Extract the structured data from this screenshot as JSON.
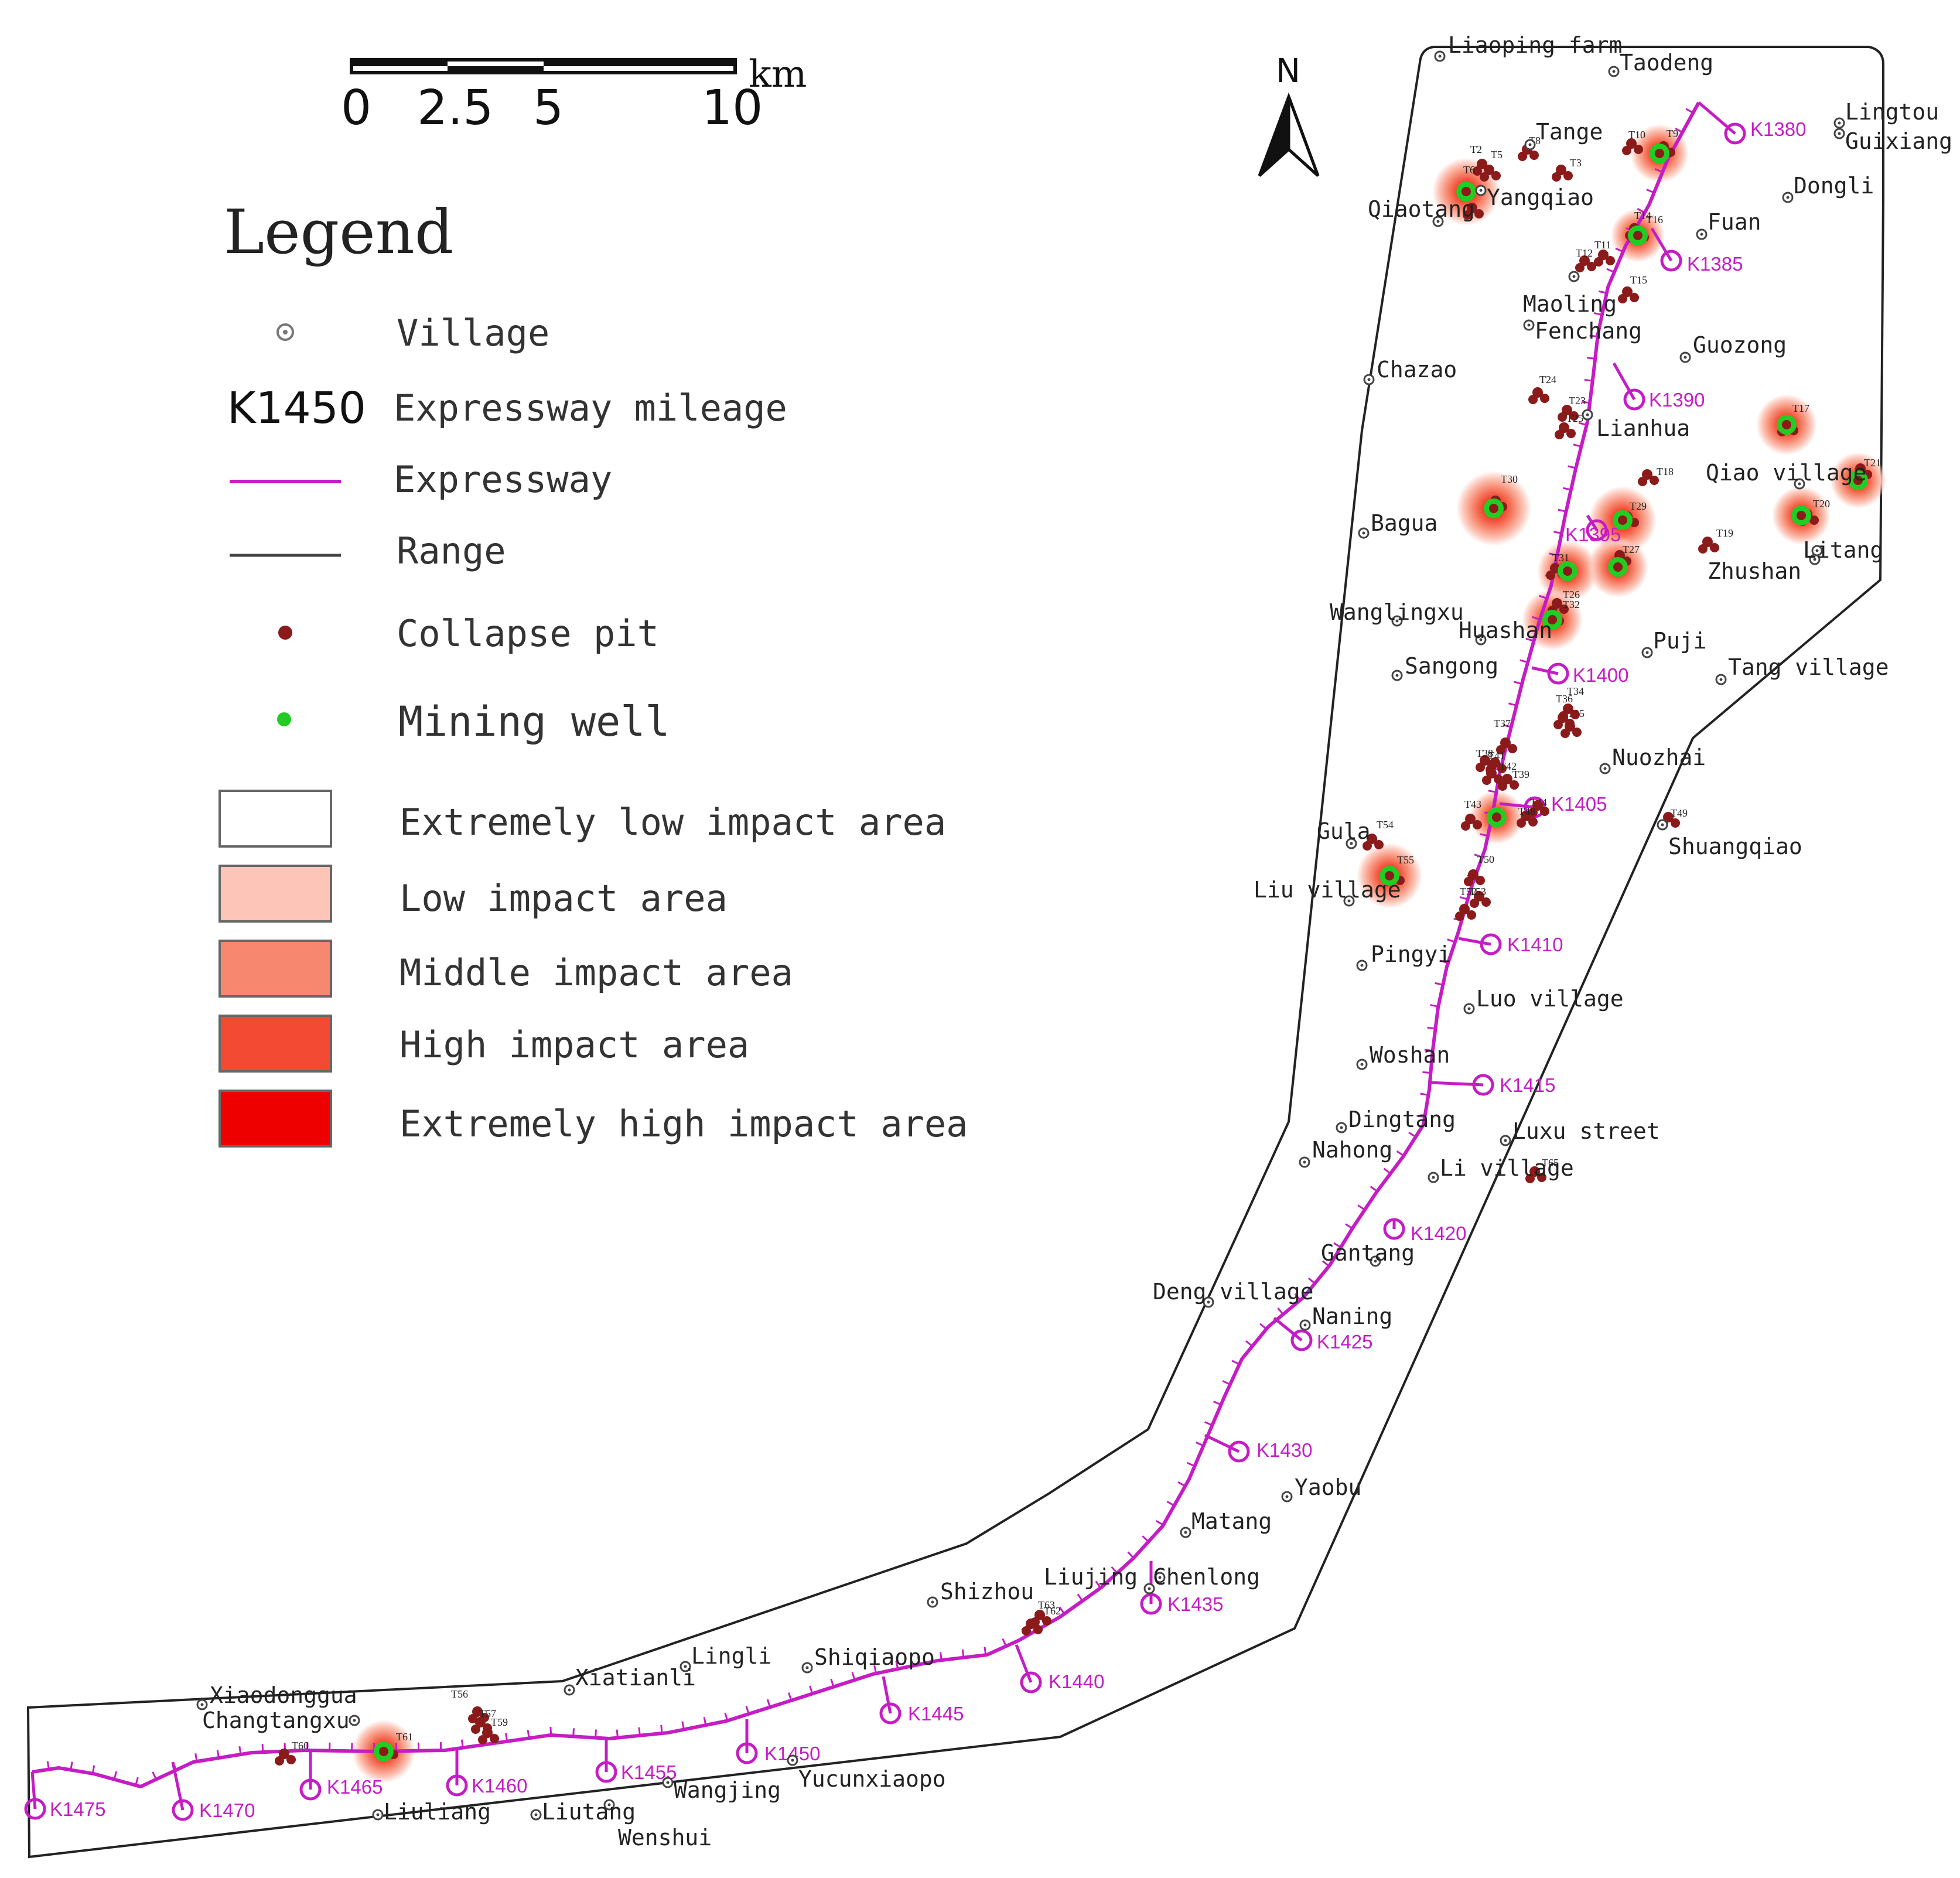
{
  "scale_bar": {
    "labels": [
      "0",
      "2.5",
      "5",
      "10"
    ],
    "values": [
      0,
      2.5,
      5,
      10
    ],
    "unit": "km"
  },
  "north_arrow": {
    "label": "N"
  },
  "legend": {
    "title": "Legend",
    "items": [
      {
        "label": "Village",
        "symbol": "village-icon"
      },
      {
        "label": "Expressway mileage",
        "symbol": "mileage-sample",
        "sample_text": "K1450"
      },
      {
        "label": "Expressway",
        "symbol": "expressway-line",
        "color": "#c51cc5"
      },
      {
        "label": "Range",
        "symbol": "range-line",
        "color": "#333333"
      },
      {
        "label": "Collapse pit",
        "symbol": "collapse-pit-icon",
        "color": "#8b1a1a"
      },
      {
        "label": "Mining well",
        "symbol": "mining-well-icon",
        "color": "#22cc22"
      }
    ],
    "impact_classes": [
      {
        "label": "Extremely low impact  area",
        "color": "#ffffff"
      },
      {
        "label": "Low impact area",
        "color": "#fcc5b8"
      },
      {
        "label": "Middle impact area",
        "color": "#f7876e"
      },
      {
        "label": "High impact area",
        "color": "#f24a33"
      },
      {
        "label": "Extremely high impact area",
        "color": "#ee0000"
      }
    ]
  },
  "colors": {
    "expressway": "#c51cc5",
    "range": "#222222",
    "pit": "#8b1a1a",
    "well": "#22cc22"
  },
  "villages": [
    {
      "name": "Liaoping farm"
    },
    {
      "name": "Taodeng"
    },
    {
      "name": "Lingtou"
    },
    {
      "name": "Guixiang"
    },
    {
      "name": "Tange"
    },
    {
      "name": "Yangqiao"
    },
    {
      "name": "Qiaotang"
    },
    {
      "name": "Dongli"
    },
    {
      "name": "Fuan"
    },
    {
      "name": "Maoling"
    },
    {
      "name": "Fenchang"
    },
    {
      "name": "Guozong"
    },
    {
      "name": "Chazao"
    },
    {
      "name": "Lianhua"
    },
    {
      "name": "Qiao village"
    },
    {
      "name": "Bagua"
    },
    {
      "name": "Litang"
    },
    {
      "name": "Zhushan"
    },
    {
      "name": "Wanglingxu"
    },
    {
      "name": "Huashan"
    },
    {
      "name": "Puji"
    },
    {
      "name": "Sangong"
    },
    {
      "name": "Tang village"
    },
    {
      "name": "Nuozhai"
    },
    {
      "name": "Gula"
    },
    {
      "name": "Shuangqiao"
    },
    {
      "name": "Liu village"
    },
    {
      "name": "Pingyi"
    },
    {
      "name": "Luo village"
    },
    {
      "name": "Woshan"
    },
    {
      "name": "Dingtang"
    },
    {
      "name": "Luxu street"
    },
    {
      "name": "Nahong"
    },
    {
      "name": "Li village"
    },
    {
      "name": "Gantang"
    },
    {
      "name": "Deng village"
    },
    {
      "name": "Naning"
    },
    {
      "name": "Yaobu"
    },
    {
      "name": "Matang"
    },
    {
      "name": "Liujing"
    },
    {
      "name": "Chenlong"
    },
    {
      "name": "Shizhou"
    },
    {
      "name": "Lingli"
    },
    {
      "name": "Shiqiaopo"
    },
    {
      "name": "Xiatianli"
    },
    {
      "name": "Xiaodonggua"
    },
    {
      "name": "Changtangxu"
    },
    {
      "name": "Yucunxiaopo"
    },
    {
      "name": "Wangjing"
    },
    {
      "name": "Liutang"
    },
    {
      "name": "Liuliang"
    },
    {
      "name": "Wenshui"
    }
  ],
  "mileage": [
    {
      "label": "K1380"
    },
    {
      "label": "K1385"
    },
    {
      "label": "K1390"
    },
    {
      "label": "K1395"
    },
    {
      "label": "K1400"
    },
    {
      "label": "K1405"
    },
    {
      "label": "K1410"
    },
    {
      "label": "K1415"
    },
    {
      "label": "K1420"
    },
    {
      "label": "K1425"
    },
    {
      "label": "K1430"
    },
    {
      "label": "K1435"
    },
    {
      "label": "K1440"
    },
    {
      "label": "K1445"
    },
    {
      "label": "K1450"
    },
    {
      "label": "K1455"
    },
    {
      "label": "K1460"
    },
    {
      "label": "K1465"
    },
    {
      "label": "K1470"
    },
    {
      "label": "K1475"
    }
  ],
  "collapse_pits": [
    "T2",
    "T3",
    "T5",
    "T6",
    "T8",
    "T9",
    "T10",
    "T11",
    "T12",
    "T14",
    "T15",
    "T16",
    "T17",
    "T18",
    "T19",
    "T20",
    "T21",
    "T23",
    "T24",
    "T25",
    "T26",
    "T27",
    "T29",
    "T30",
    "T31",
    "T32",
    "T34",
    "T35",
    "T36",
    "T37",
    "T38",
    "T39",
    "T41",
    "T42",
    "T43",
    "T44",
    "T48",
    "T49",
    "T50",
    "T52",
    "T53",
    "T54",
    "T55",
    "T56",
    "T57",
    "T59",
    "T60",
    "T61",
    "T62",
    "T63",
    "T65"
  ]
}
